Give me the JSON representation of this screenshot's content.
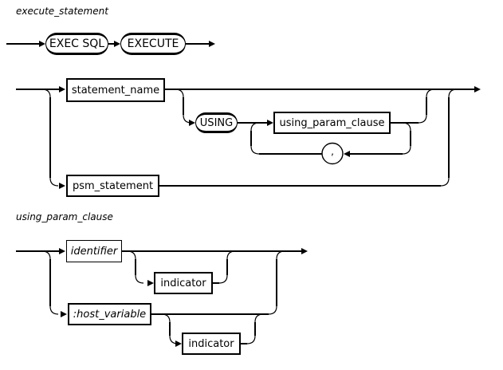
{
  "colors": {
    "line": "#000000",
    "background": "#ffffff",
    "text": "#000000"
  },
  "diagrams": [
    {
      "title": "execute_statement",
      "terminals": {
        "exec_sql": "EXEC SQL",
        "execute": "EXECUTE",
        "using": "USING",
        "comma": ","
      },
      "non_terminals": {
        "statement_name": "statement_name",
        "using_param_clause": "using_param_clause",
        "psm_statement": "psm_statement"
      }
    },
    {
      "title": "using_param_clause",
      "non_terminals": {
        "identifier": "identifier",
        "indicator_1": "indicator",
        "host_variable": ":host_variable",
        "indicator_2": "indicator"
      }
    }
  ]
}
